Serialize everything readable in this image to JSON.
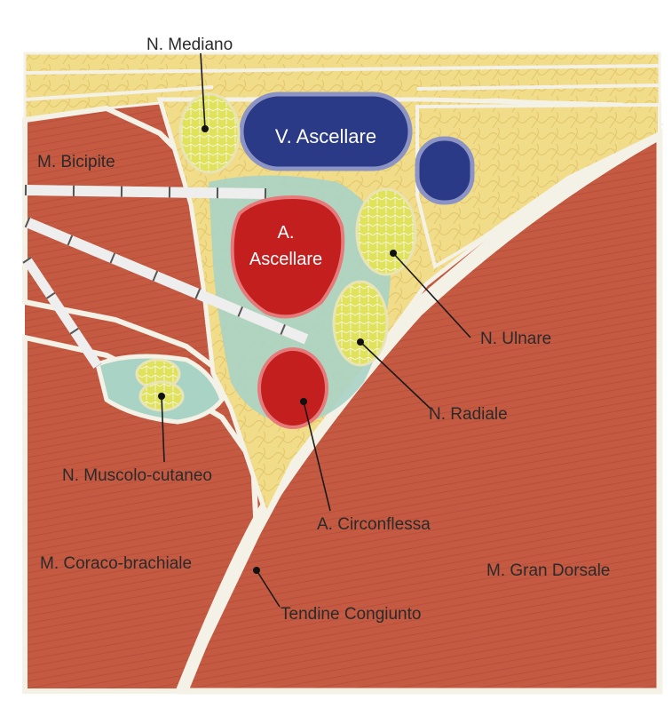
{
  "labels": {
    "mediano": "N. Mediano",
    "vena": "V. Ascellare",
    "bicipite": "M. Bicipite",
    "arteria_1": "A.",
    "arteria_2": "Ascellare",
    "ulnare": "N. Ulnare",
    "radiale": "N. Radiale",
    "muscolo_cutaneo": "N. Muscolo-cutaneo",
    "circonflessa": "A. Circonflessa",
    "coraco": "M. Coraco-brachiale",
    "gran_dorsale": "M. Gran Dorsale",
    "tendine": "Tendine Congiunto"
  },
  "colors": {
    "muscle": "#c55a43",
    "fat": "#f1dc8a",
    "fascia": "#f4f1e6",
    "sheath": "#a9d3c5",
    "vein": "#2b3a86",
    "artery": "#c41f1f",
    "nerve": "#dfe25a",
    "needle": "#eeeeee"
  }
}
